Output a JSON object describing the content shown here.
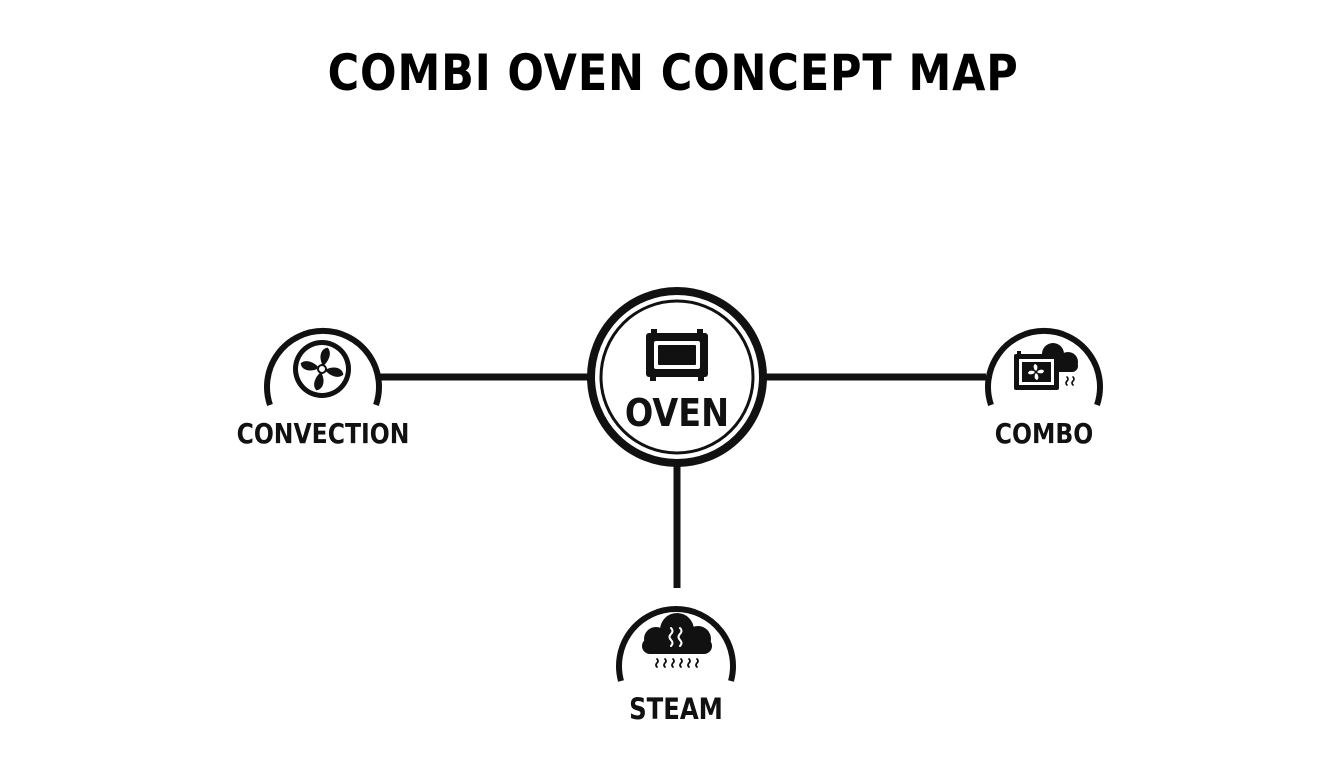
{
  "title": "COMBI OVEN CONCEPT MAP",
  "colors": {
    "ink": "#111111",
    "background": "#ffffff"
  },
  "diagram": {
    "center": {
      "label": "OVEN",
      "icon": "oven-icon"
    },
    "nodes": [
      {
        "id": "convection",
        "label": "CONVECTION",
        "icon": "fan-icon"
      },
      {
        "id": "combo",
        "label": "COMBO",
        "icon": "oven-fan-steam-icon"
      },
      {
        "id": "steam",
        "label": "STEAM",
        "icon": "steam-cloud-icon"
      }
    ]
  }
}
